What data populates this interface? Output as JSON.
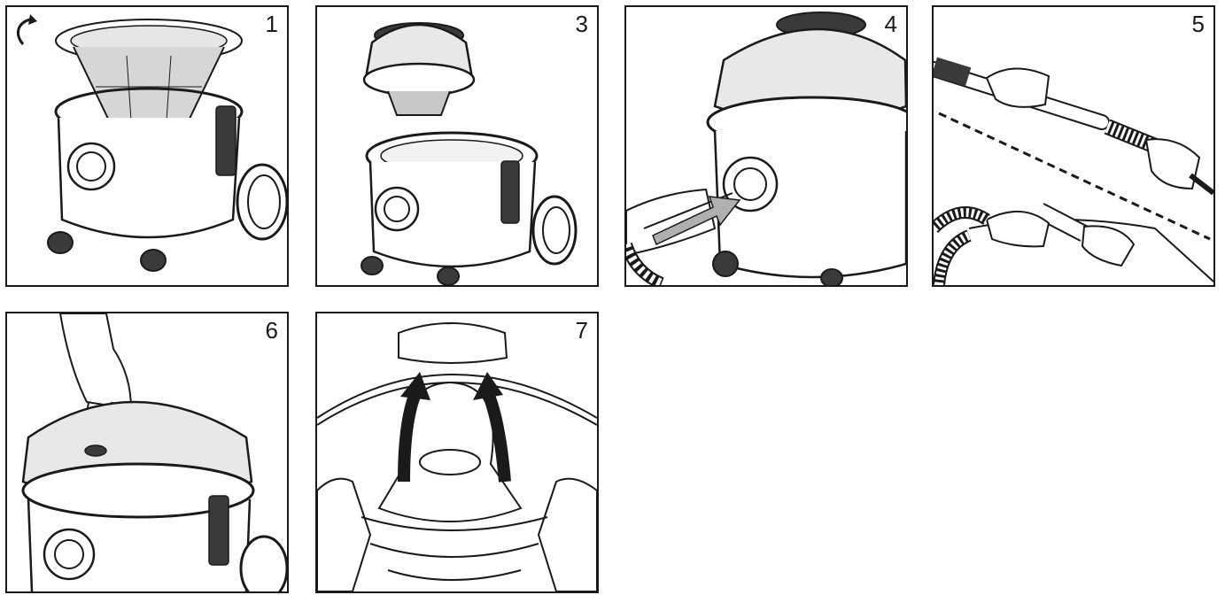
{
  "panels": [
    {
      "number": "1"
    },
    {
      "number": "3"
    },
    {
      "number": "4"
    },
    {
      "number": "5"
    },
    {
      "number": "6"
    },
    {
      "number": "7"
    }
  ],
  "colors": {
    "line": "#1a1a1a",
    "fill_gray": "#c8c8c8",
    "fill_dark": "#3a3a3a",
    "background": "#ffffff"
  }
}
